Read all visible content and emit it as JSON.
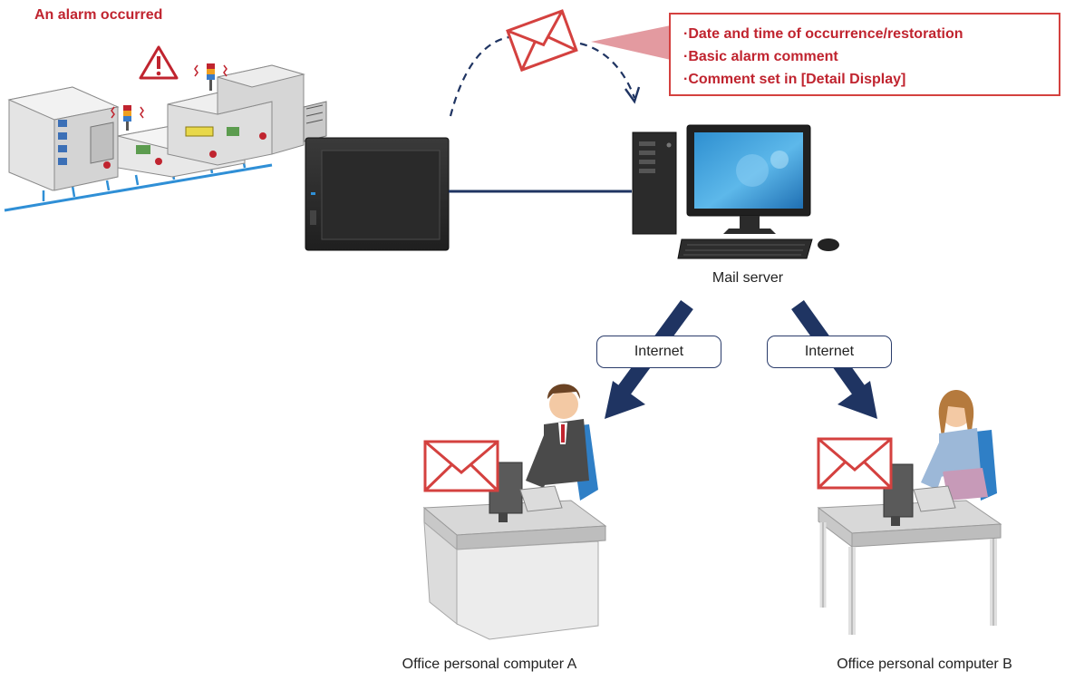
{
  "alarm": {
    "title": "An alarm occurred"
  },
  "notification": {
    "items": [
      "·Date and time of occurrence/restoration",
      "·Basic alarm comment",
      "·Comment set in [Detail Display]"
    ]
  },
  "server": {
    "label": "Mail server"
  },
  "links": {
    "left_label": "Internet",
    "right_label": "Internet"
  },
  "clients": {
    "a_label": "Office personal computer A",
    "b_label": "Office personal computer B"
  },
  "colors": {
    "alarm_red": "#c0242f",
    "mail_red": "#d4413f",
    "navy": "#1f3462",
    "callout_fill": "#e39aa0",
    "line_blue": "#2f8fd6"
  }
}
